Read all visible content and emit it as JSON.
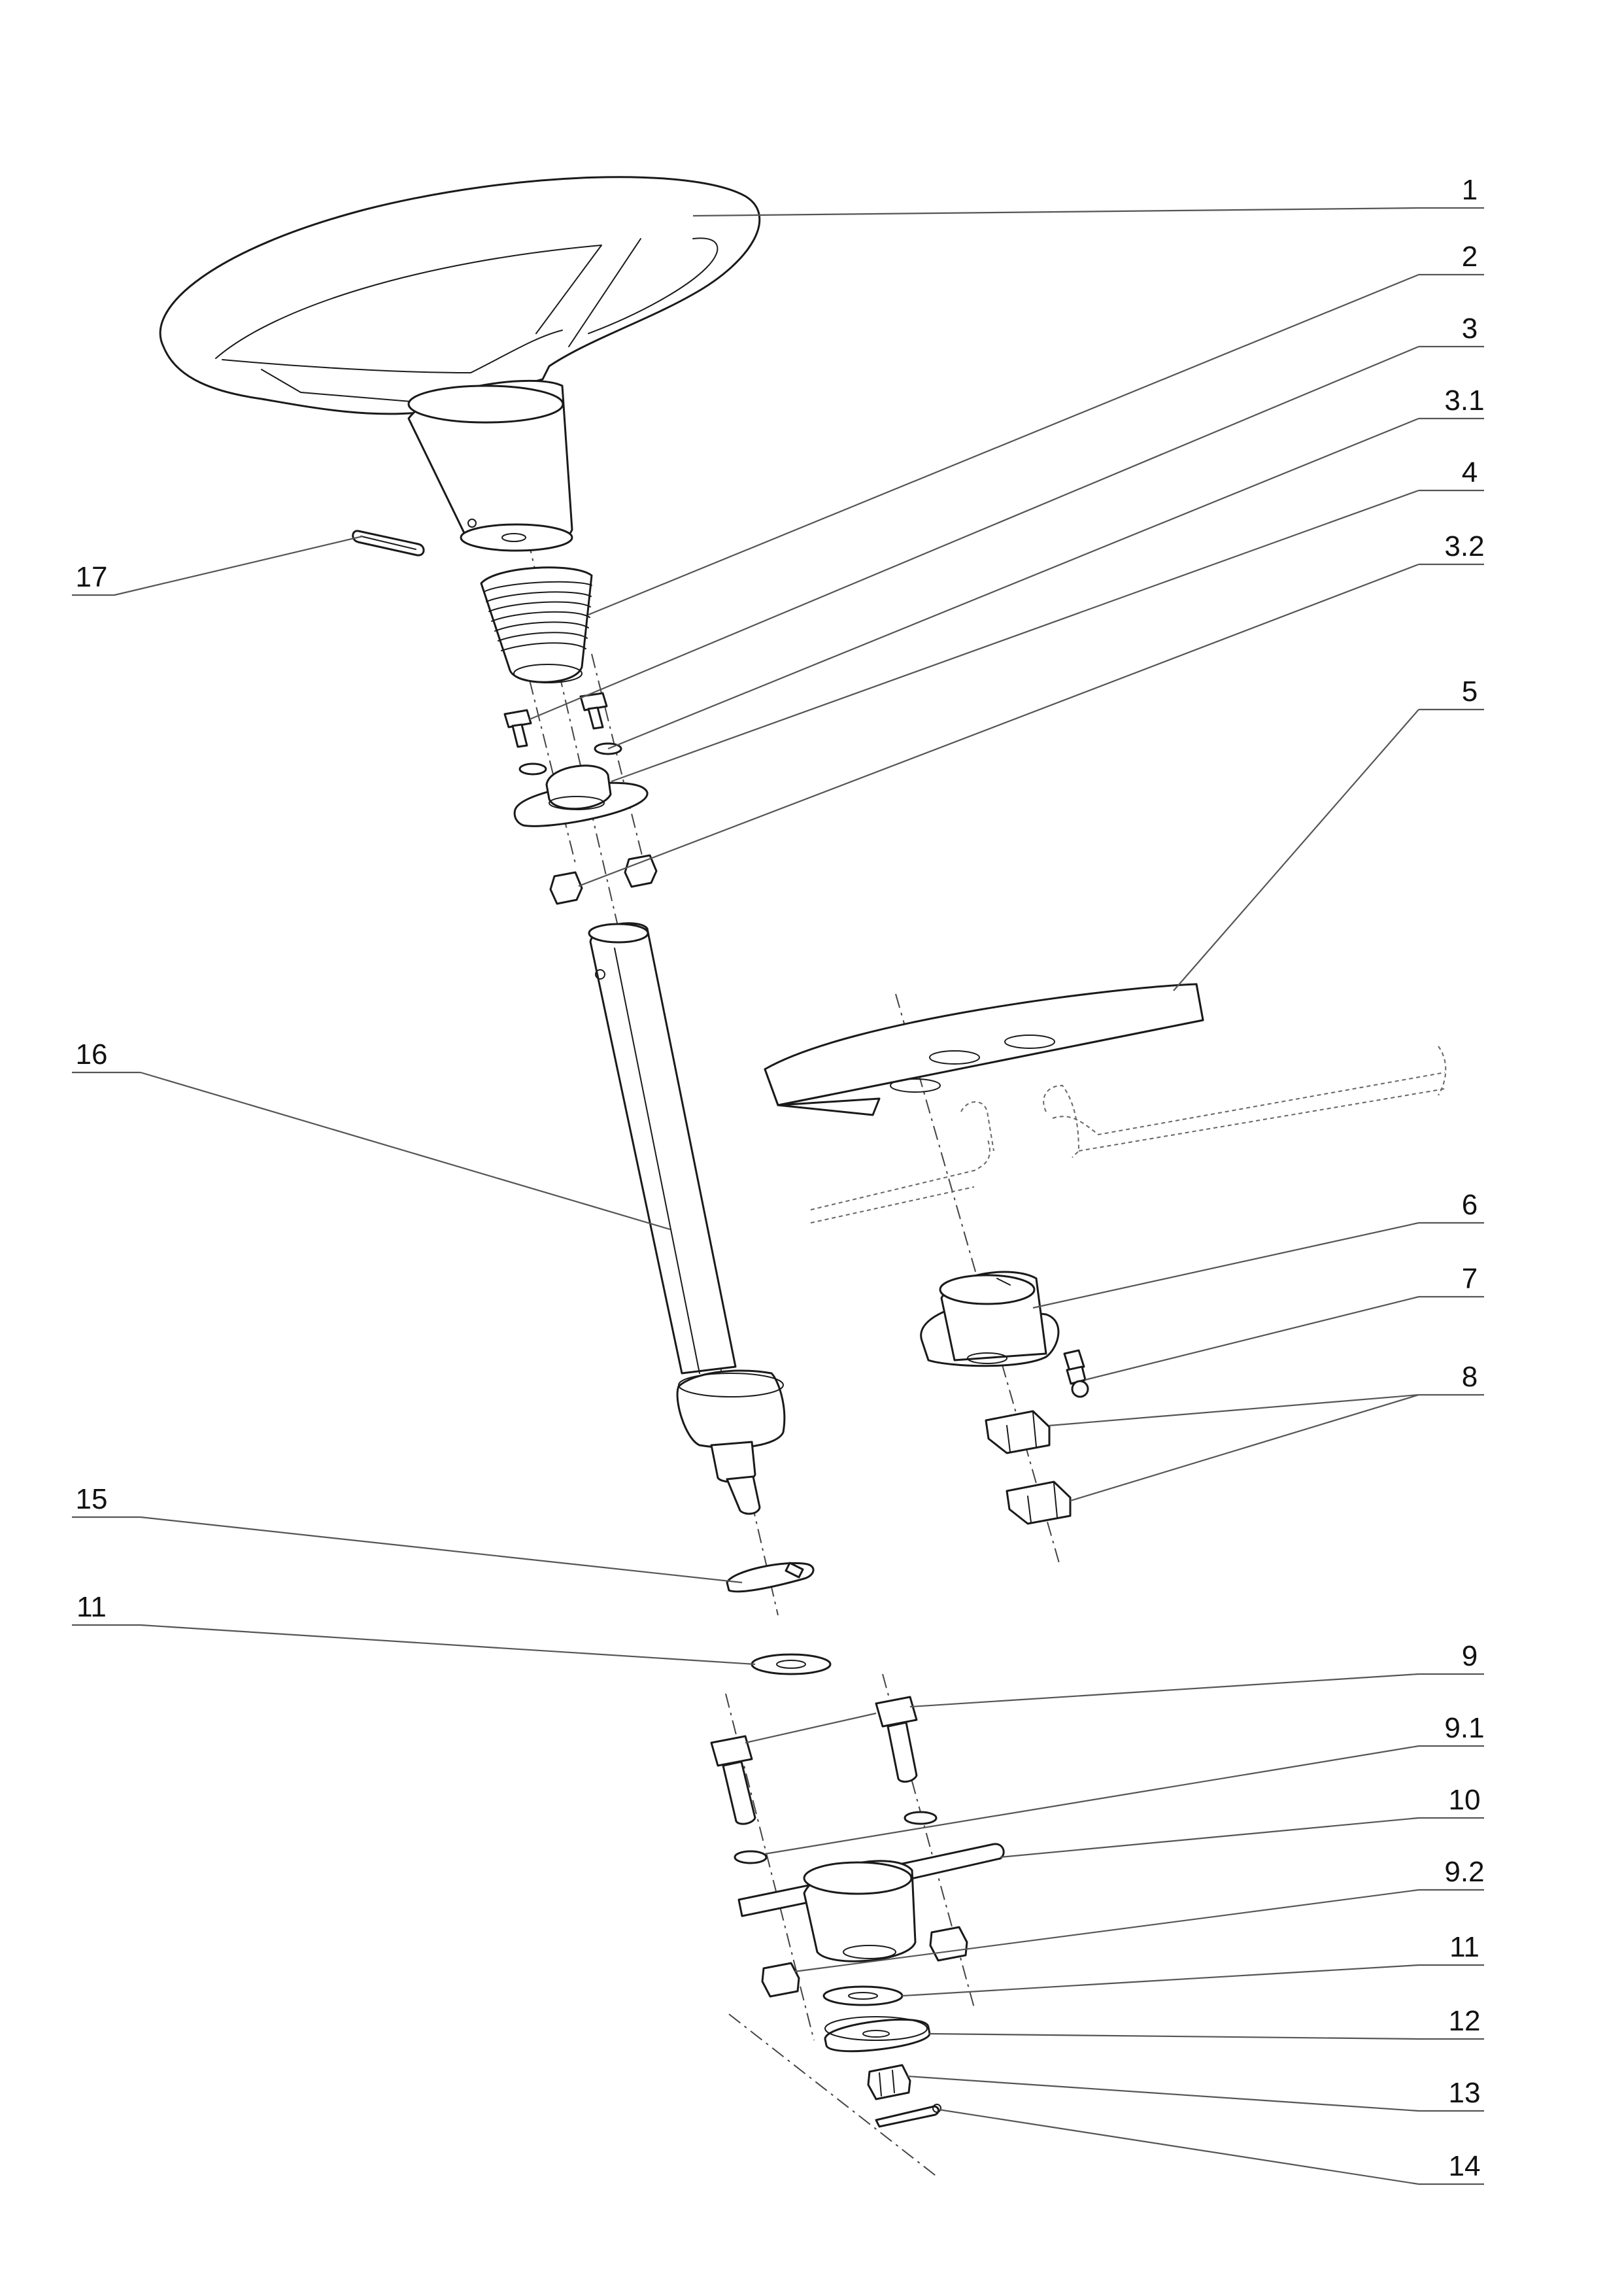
{
  "labels": {
    "l1": "1",
    "l2": "2",
    "l3": "3",
    "l3_1": "3.1",
    "l4": "4",
    "l3_2": "3.2",
    "l5": "5",
    "l6": "6",
    "l7": "7",
    "l8": "8",
    "l9": "9",
    "l9_1": "9.1",
    "l10": "10",
    "l9_2": "9.2",
    "l11_right": "11",
    "l12": "12",
    "l13": "13",
    "l14": "14",
    "l15": "15",
    "l11_left": "11",
    "l16": "16",
    "l17": "17"
  }
}
